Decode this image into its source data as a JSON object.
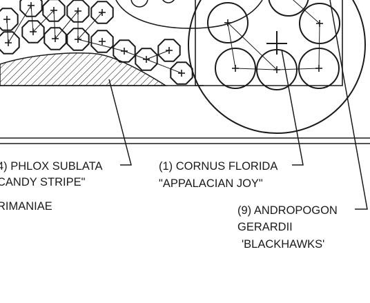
{
  "labels": {
    "phlox": {
      "line1": "4) PHLOX SUBLATA",
      "line2": "CANDY STRIPE\""
    },
    "rimaniae": "RIMANIAE",
    "cornus": {
      "line1": "(1) CORNUS FLORIDA",
      "line2": "\"APPALACIAN JOY\""
    },
    "andropogon": {
      "line1": "(9)  ANDROPOGON",
      "line2": "GERARDII",
      "line3": "'BLACKHAWKS'"
    }
  },
  "colors": {
    "ink": "#1a1a1a",
    "paper": "#ffffff"
  }
}
